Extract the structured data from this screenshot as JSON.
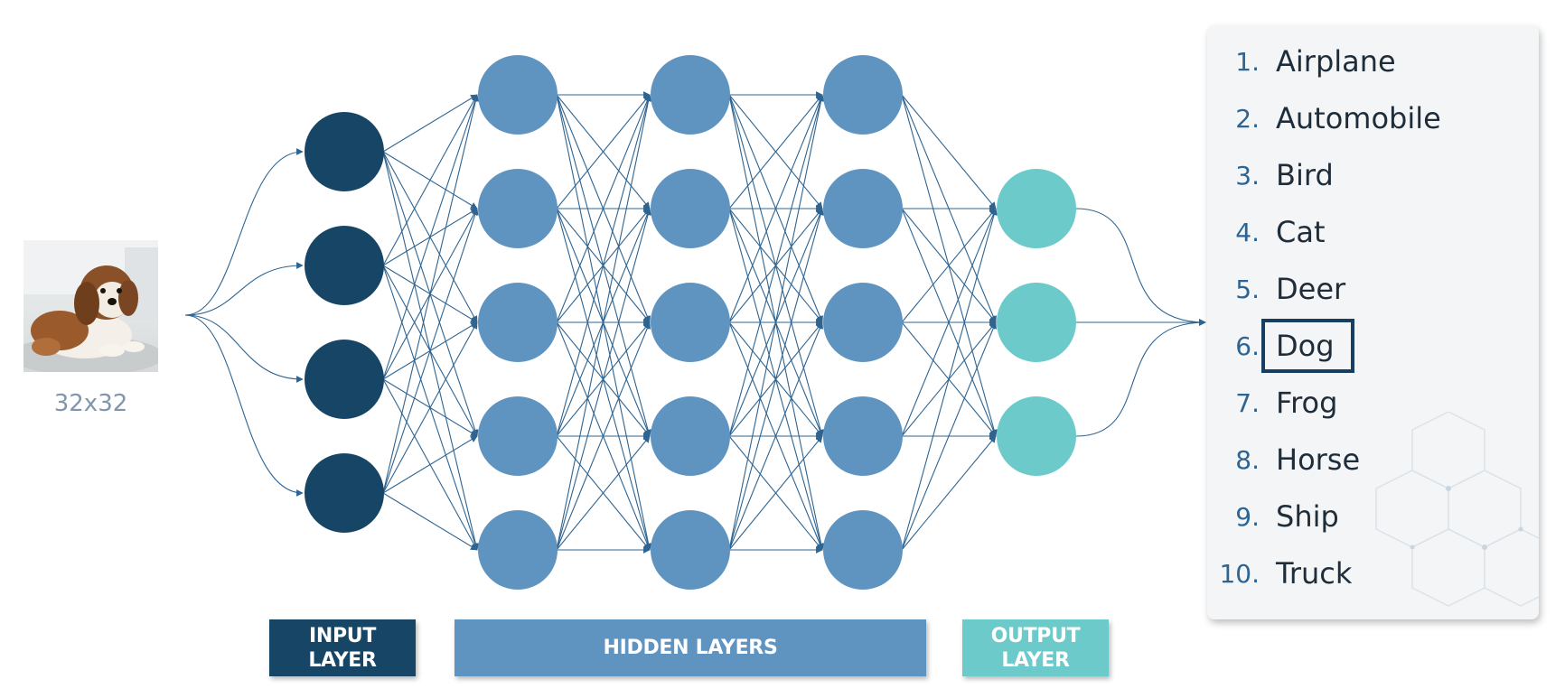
{
  "input": {
    "image_alt": "dog photo",
    "size_label": "32x32"
  },
  "network": {
    "layer_types": [
      "input",
      "hidden",
      "hidden",
      "hidden",
      "output"
    ],
    "nodes_per_layer": [
      4,
      5,
      5,
      5,
      3
    ],
    "colors": {
      "input": "#174566",
      "hidden": "#5f93c0",
      "output": "#6ccaca",
      "connection": "#2e6491"
    }
  },
  "legend": {
    "input_label": "INPUT\nLAYER",
    "hidden_label": "HIDDEN LAYERS",
    "output_label": "OUTPUT\nLAYER"
  },
  "classes": {
    "selected_index": 5,
    "items": [
      {
        "num": "1.",
        "name": "Airplane"
      },
      {
        "num": "2.",
        "name": "Automobile"
      },
      {
        "num": "3.",
        "name": "Bird"
      },
      {
        "num": "4.",
        "name": "Cat"
      },
      {
        "num": "5.",
        "name": "Deer"
      },
      {
        "num": "6.",
        "name": "Dog"
      },
      {
        "num": "7.",
        "name": "Frog"
      },
      {
        "num": "8.",
        "name": "Horse"
      },
      {
        "num": "9.",
        "name": "Ship"
      },
      {
        "num": "10.",
        "name": "Truck"
      }
    ]
  }
}
